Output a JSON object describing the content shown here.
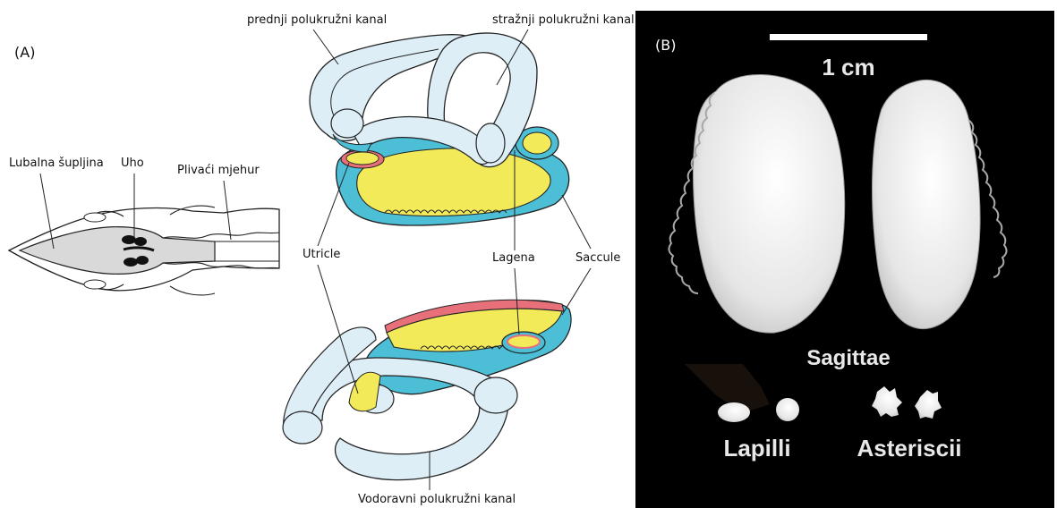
{
  "panel_a": {
    "letter": "(A)",
    "labels": {
      "skull_cavity": "Lubalna šupljina",
      "ear": "Uho",
      "swim_bladder": "Plivaći mjehur",
      "anterior_canal": "prednji polukružni kanal",
      "posterior_canal": "stražnji polukružni kanal",
      "utricle": "Utricle",
      "lagena": "Lagena",
      "saccule": "Saccule",
      "horizontal_canal": "Vodoravni polukružni kanal"
    }
  },
  "panel_b": {
    "letter": "(B)",
    "scale_label": "1 cm",
    "sagittae": "Sagittae",
    "lapilli": "Lapilli",
    "asteriscii": "Asteriscii"
  },
  "colors": {
    "canal_fill": "#ddeef6",
    "membrane_blue": "#4cbfd6",
    "otolith_yellow": "#f3ea5a",
    "macula_pink": "#e8707a",
    "fish_gray": "#d9d9d9"
  }
}
